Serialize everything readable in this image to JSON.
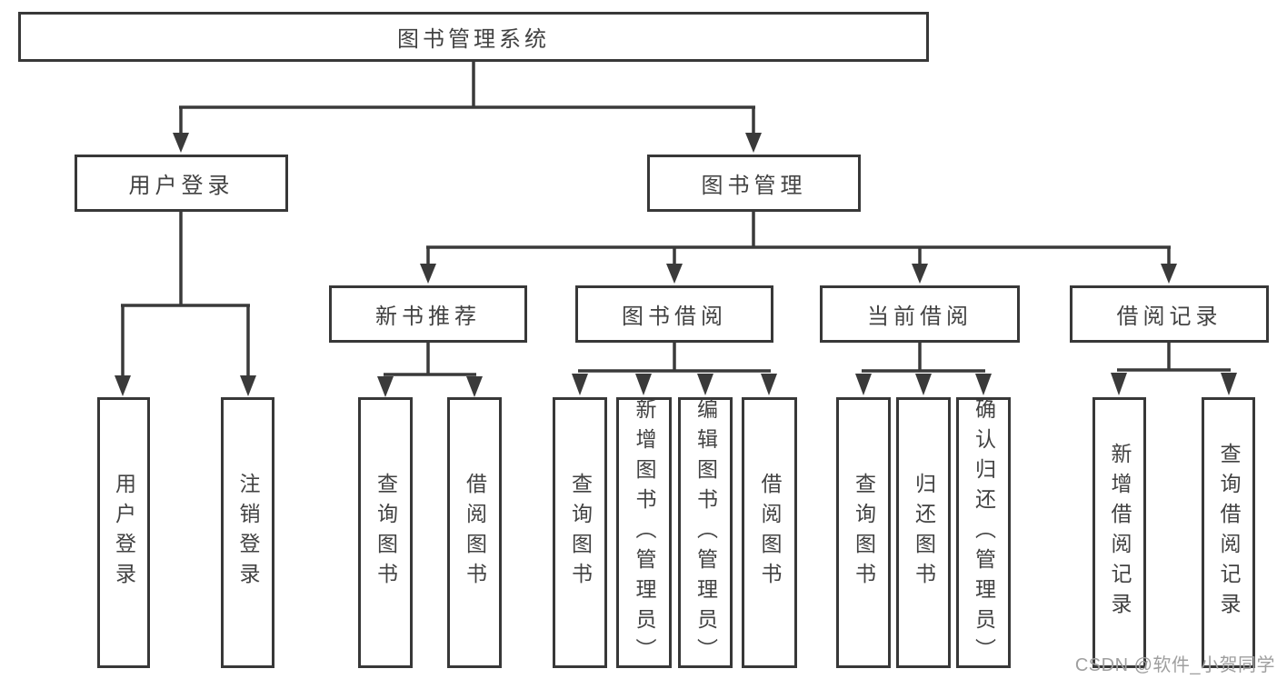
{
  "diagram": {
    "title_node": {
      "label": "图书管理系统"
    },
    "level2": [
      {
        "id": "user-login",
        "label": "用户登录"
      },
      {
        "id": "book-management",
        "label": "图书管理"
      }
    ],
    "level3": [
      {
        "id": "new-book-recommend",
        "label": "新书推荐",
        "parent": "图书管理"
      },
      {
        "id": "book-borrow",
        "label": "图书借阅",
        "parent": "图书管理"
      },
      {
        "id": "current-borrow",
        "label": "当前借阅",
        "parent": "图书管理"
      },
      {
        "id": "borrow-records",
        "label": "借阅记录",
        "parent": "图书管理"
      }
    ],
    "leaves": [
      {
        "label": "用户登录",
        "parent": "用户登录"
      },
      {
        "label": "注销登录",
        "parent": "用户登录"
      },
      {
        "label": "查询图书",
        "parent": "新书推荐"
      },
      {
        "label": "借阅图书",
        "parent": "新书推荐"
      },
      {
        "label": "查询图书",
        "parent": "图书借阅"
      },
      {
        "label": "新增图书（管理员）",
        "parent": "图书借阅"
      },
      {
        "label": "编辑图书（管理员）",
        "parent": "图书借阅"
      },
      {
        "label": "借阅图书",
        "parent": "图书借阅"
      },
      {
        "label": "查询图书",
        "parent": "当前借阅"
      },
      {
        "label": "归还图书",
        "parent": "当前借阅"
      },
      {
        "label": "确认归还（管理员）",
        "parent": "当前借阅"
      },
      {
        "label": "新增借阅记录",
        "parent": "借阅记录"
      },
      {
        "label": "查询借阅记录",
        "parent": "借阅记录"
      }
    ],
    "colors": {
      "line": "#3a3a3a",
      "text": "#424242",
      "watermark_text": "#9f9f9f"
    },
    "watermark": "CSDN @软件_小贺同学"
  }
}
